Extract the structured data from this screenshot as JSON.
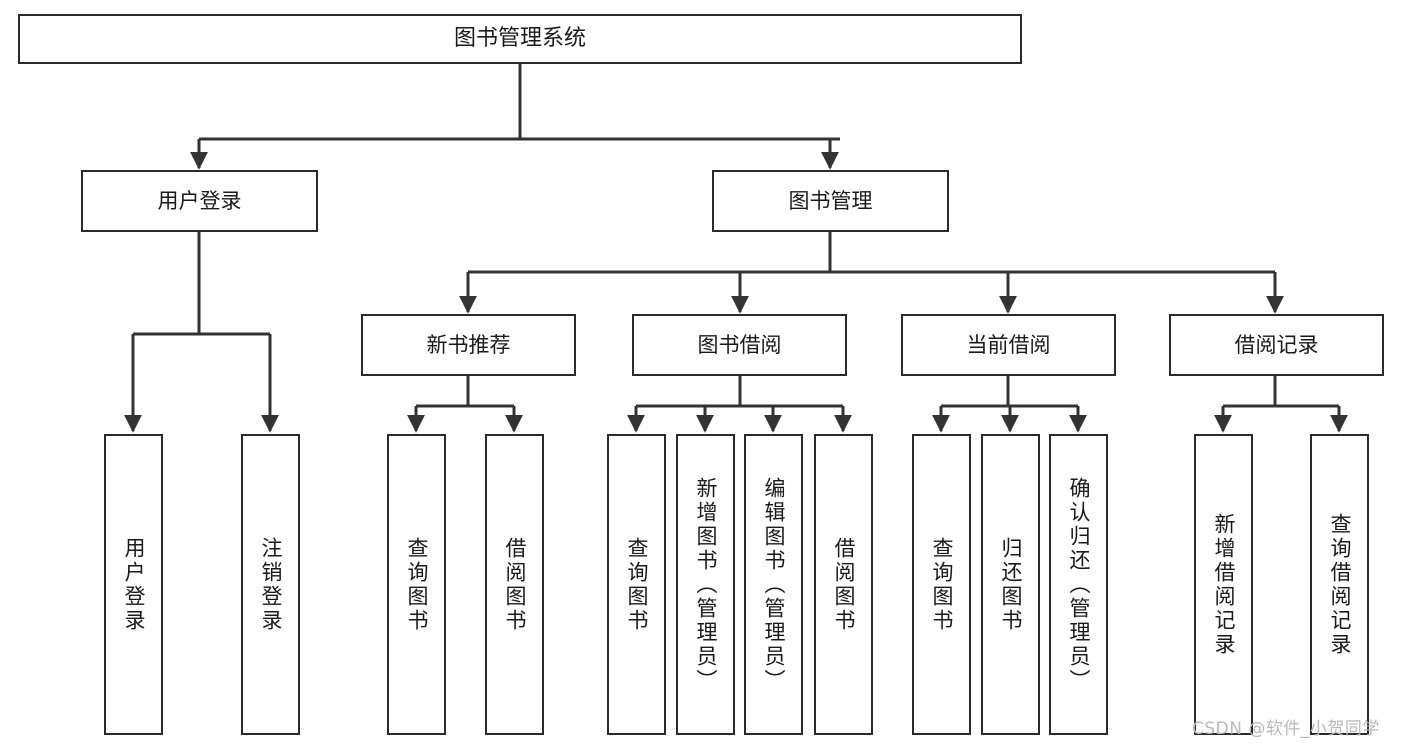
{
  "diagram": {
    "title_node": {
      "label": "图书管理系统"
    },
    "level1": [
      {
        "id": "user-login",
        "label": "用户登录"
      },
      {
        "id": "book-manage",
        "label": "图书管理"
      }
    ],
    "level2": [
      {
        "id": "new-book-recommend",
        "label": "新书推荐"
      },
      {
        "id": "book-borrow",
        "label": "图书借阅"
      },
      {
        "id": "current-borrow",
        "label": "当前借阅"
      },
      {
        "id": "borrow-record",
        "label": "借阅记录"
      }
    ],
    "leaves": [
      {
        "id": "leaf-user-login",
        "label": "用户登录",
        "parent": "user-login"
      },
      {
        "id": "leaf-logout-login",
        "label": "注销登录",
        "parent": "user-login"
      },
      {
        "id": "leaf-query-book-1",
        "label": "查询图书",
        "parent": "new-book-recommend"
      },
      {
        "id": "leaf-borrow-book-1",
        "label": "借阅图书",
        "parent": "new-book-recommend"
      },
      {
        "id": "leaf-query-book-2",
        "label": "查询图书",
        "parent": "book-borrow"
      },
      {
        "id": "leaf-add-book",
        "label": "新增图书（管理员）",
        "parent": "book-borrow"
      },
      {
        "id": "leaf-edit-book",
        "label": "编辑图书（管理员）",
        "parent": "book-borrow"
      },
      {
        "id": "leaf-borrow-book-2",
        "label": "借阅图书",
        "parent": "book-borrow"
      },
      {
        "id": "leaf-query-book-3",
        "label": "查询图书",
        "parent": "current-borrow"
      },
      {
        "id": "leaf-return-book",
        "label": "归还图书",
        "parent": "current-borrow"
      },
      {
        "id": "leaf-confirm-return",
        "label": "确认归还（管理员）",
        "parent": "current-borrow"
      },
      {
        "id": "leaf-add-record",
        "label": "新增借阅记录",
        "parent": "borrow-record"
      },
      {
        "id": "leaf-query-record",
        "label": "查询借阅记录",
        "parent": "borrow-record"
      }
    ],
    "colors": {
      "background": "#ffffff",
      "box_fill": "#ffffff",
      "box_border": "#2b2b2b",
      "connector": "#333333",
      "text": "#1a1a1a",
      "watermark": "#b9b9b9"
    }
  },
  "watermark": {
    "text": "CSDN @软件_小贺同学"
  }
}
